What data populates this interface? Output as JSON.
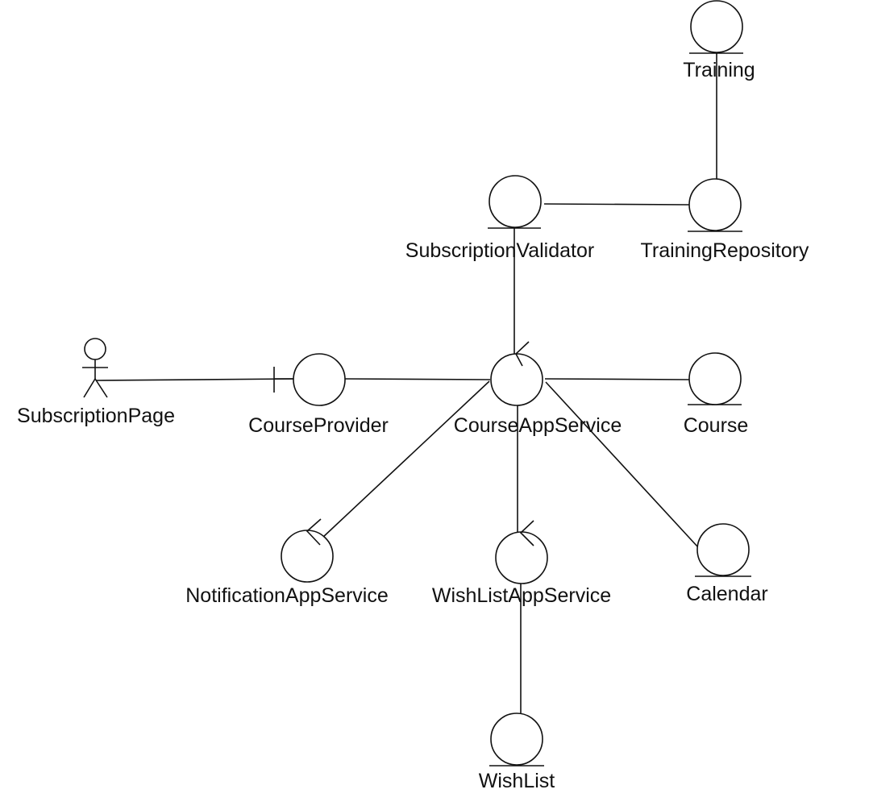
{
  "diagram": {
    "type": "robustness-diagram",
    "stroke_color": "#111111",
    "background_color": "#ffffff",
    "nodes": [
      {
        "id": "subscription-page",
        "kind": "actor",
        "label": "SubscriptionPage"
      },
      {
        "id": "course-provider",
        "kind": "boundary",
        "label": "CourseProvider"
      },
      {
        "id": "course-app-service",
        "kind": "control",
        "label": "CourseAppService"
      },
      {
        "id": "subscription-validator",
        "kind": "entity",
        "label": "SubscriptionValidator"
      },
      {
        "id": "training-repository",
        "kind": "entity",
        "label": "TrainingRepository"
      },
      {
        "id": "training",
        "kind": "entity",
        "label": "Training"
      },
      {
        "id": "course",
        "kind": "entity",
        "label": "Course"
      },
      {
        "id": "notification-app-service",
        "kind": "control",
        "label": "NotificationAppService"
      },
      {
        "id": "wishlist-app-service",
        "kind": "control",
        "label": "WishListAppService"
      },
      {
        "id": "calendar",
        "kind": "entity",
        "label": "Calendar"
      },
      {
        "id": "wishlist",
        "kind": "entity",
        "label": "WishList"
      }
    ],
    "connections": [
      {
        "from": "subscription-page",
        "to": "course-provider"
      },
      {
        "from": "course-provider",
        "to": "course-app-service"
      },
      {
        "from": "course-app-service",
        "to": "course"
      },
      {
        "from": "course-app-service",
        "to": "subscription-validator"
      },
      {
        "from": "subscription-validator",
        "to": "training-repository"
      },
      {
        "from": "training-repository",
        "to": "training"
      },
      {
        "from": "course-app-service",
        "to": "notification-app-service"
      },
      {
        "from": "course-app-service",
        "to": "wishlist-app-service"
      },
      {
        "from": "course-app-service",
        "to": "calendar"
      },
      {
        "from": "wishlist-app-service",
        "to": "wishlist"
      }
    ]
  }
}
